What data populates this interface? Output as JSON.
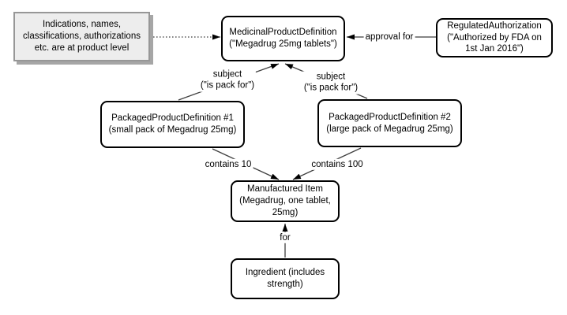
{
  "diagram": {
    "colors": {
      "background": "#ffffff",
      "node_fill": "#ffffff",
      "node_border": "#000000",
      "note_fill": "#ededed",
      "note_border": "#979797",
      "note_shadow": "#a6a6a6",
      "edge_line": "#3f3f3f",
      "arrowhead": "#000000"
    },
    "nodes": {
      "note": {
        "lines": [
          "Indications, names,",
          "classifications, authorizations",
          "etc. are at product level"
        ]
      },
      "medicinal_product_definition": {
        "lines": [
          "MedicinalProductDefinition",
          "(\"Megadrug 25mg tablets\")"
        ]
      },
      "regulated_authorization": {
        "lines": [
          "RegulatedAuthorization",
          "(\"Authorized by FDA on",
          "1st Jan 2016\")"
        ]
      },
      "packaged_product_definition_1": {
        "lines": [
          "PackagedProductDefinition #1",
          "(small pack of Megadrug 25mg)"
        ]
      },
      "packaged_product_definition_2": {
        "lines": [
          "PackagedProductDefinition #2",
          "(large pack of Megadrug 25mg)"
        ]
      },
      "manufactured_item": {
        "lines": [
          "Manufactured Item",
          "(Megadrug, one tablet,",
          "25mg)"
        ]
      },
      "ingredient": {
        "lines": [
          "Ingredient (includes",
          "strength)"
        ]
      }
    },
    "edges": {
      "approval_for": {
        "label": "approval for"
      },
      "subject_left": {
        "label_lines": [
          "subject",
          "(\"is pack for\")"
        ]
      },
      "subject_right": {
        "label_lines": [
          "subject",
          "(\"is pack for\")"
        ]
      },
      "contains_10": {
        "label": "contains 10"
      },
      "contains_100": {
        "label": "contains 100"
      },
      "for_edge": {
        "label": "for"
      }
    }
  }
}
